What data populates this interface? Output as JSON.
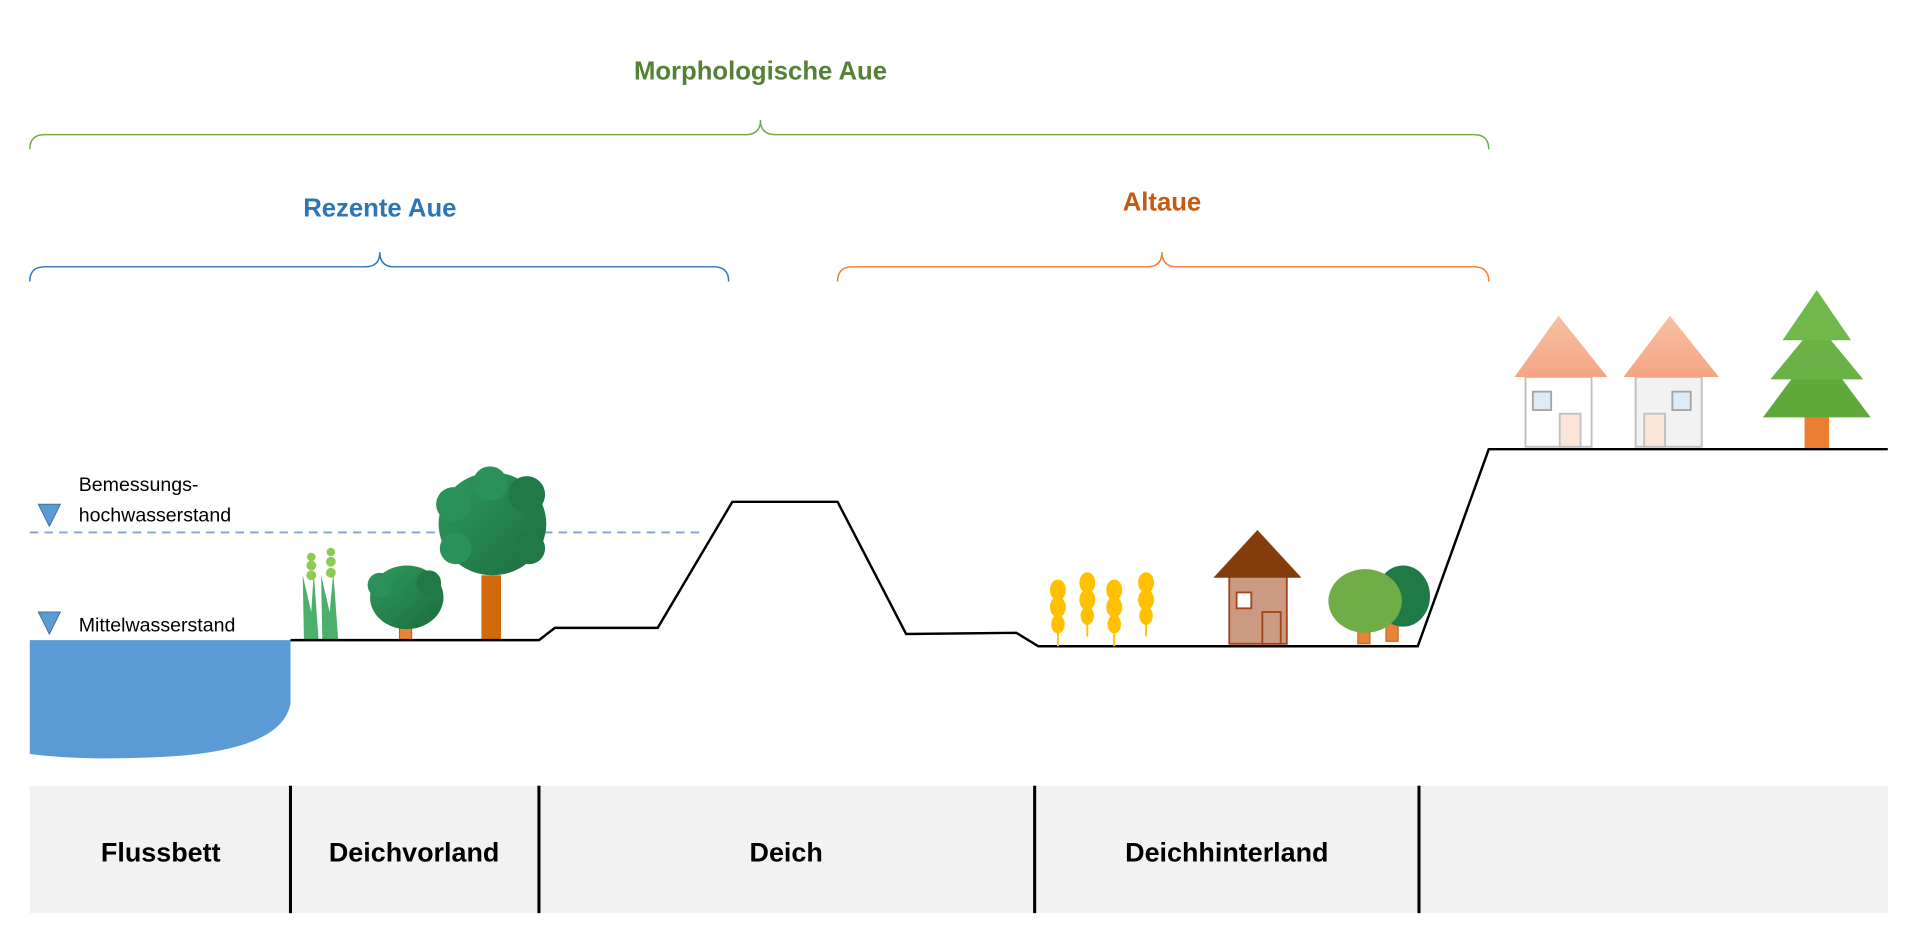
{
  "headings": {
    "morphologische_aue": "Morphologische Aue",
    "rezente_aue": "Rezente Aue",
    "altaue": "Altaue"
  },
  "water_levels": {
    "design_flood_line1": "Bemessungs-",
    "design_flood_line2": "hochwasserstand",
    "mean_water": "Mittelwasserstand"
  },
  "zones": [
    "Flussbett",
    "Deichvorland",
    "Deich",
    "Deichhinterland",
    ""
  ],
  "colors": {
    "morphologische_aue": "#548235",
    "rezente_aue": "#2e75b6",
    "altaue": "#c55a11",
    "water": "#5b9bd5",
    "band": "#f2f2f2"
  }
}
